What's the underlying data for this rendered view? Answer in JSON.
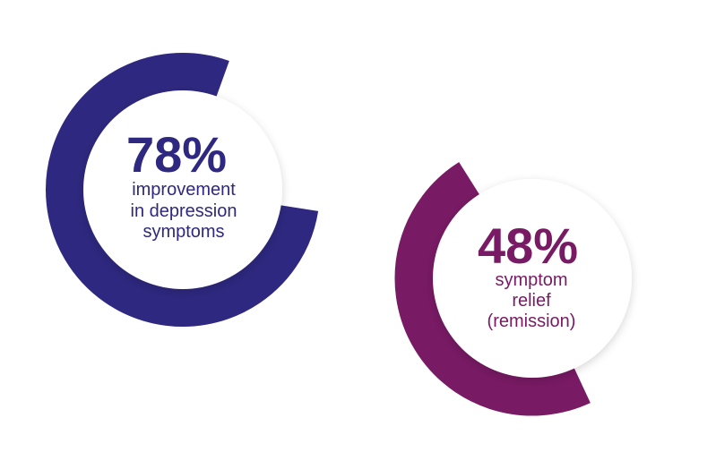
{
  "chart_data": {
    "type": "pie",
    "charts": [
      {
        "value": 78,
        "label": "78%",
        "caption": [
          "improvement",
          "in depression",
          "symptoms"
        ],
        "color": "#2e2880"
      },
      {
        "value": 48,
        "label": "48%",
        "caption": [
          "symptom",
          "relief",
          "(remission)"
        ],
        "color": "#781a64"
      }
    ]
  }
}
